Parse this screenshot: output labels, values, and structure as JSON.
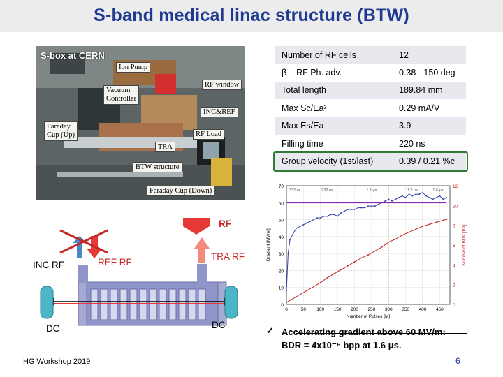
{
  "title": "S-band medical linac structure (BTW)",
  "photo": {
    "label": "S-box at CERN",
    "callouts": {
      "ion_pump": "Ion Pump",
      "vacuum_controller_1": "Vacuum",
      "vacuum_controller_2": "Controller",
      "rf_window": "RF window",
      "inc_ref": "INC&REF",
      "faraday_up_1": "Faraday",
      "faraday_up_2": "Cup (Up)",
      "rf_load": "RF Load",
      "tra": "TRA",
      "btw_structure": "BTW structure",
      "faraday_down": "Faraday Cup (Down)"
    }
  },
  "params": {
    "rows": [
      {
        "name": "Number of RF cells",
        "value": "12"
      },
      {
        "name": "β – RF Ph. adv.",
        "value": "0.38 - 150 deg"
      },
      {
        "name": "Total length",
        "value": "189.84 mm"
      },
      {
        "name": "Max Sc/Ea²",
        "value": "0.29 mA/V"
      },
      {
        "name": "Max Es/Ea",
        "value": "3.9"
      },
      {
        "name": "Filling time",
        "value": "220 ns"
      },
      {
        "name": "Group velocity (1st/last)",
        "value": "0.39 / 0.21 %c"
      }
    ]
  },
  "schematic": {
    "rf": "RF",
    "tra_rf": "TRA RF",
    "inc_rf": "INC RF",
    "ref_rf": "REF RF",
    "dc_left": "DC",
    "dc_right": "DC"
  },
  "chart_data": {
    "type": "line",
    "xlabel": "Number of Pulses [M]",
    "ylabel": "Gradient [MV/m]",
    "y2label": "Number of BDs [10²]",
    "xlim": [
      0,
      480
    ],
    "ylim": [
      0,
      70
    ],
    "y2lim": [
      0,
      12
    ],
    "xticks": [
      0,
      50,
      100,
      150,
      200,
      250,
      300,
      350,
      400,
      450
    ],
    "yticks": [
      0,
      10,
      20,
      30,
      40,
      50,
      60,
      70
    ],
    "y2ticks": [
      0,
      2,
      4,
      6,
      8,
      10,
      12
    ],
    "pulse_labels": [
      "332 ns",
      "932 ns",
      "1.1 μs",
      "1.2 μs",
      "1.6 μs"
    ],
    "pulse_label_x": [
      25,
      120,
      250,
      370,
      445
    ],
    "pulse_dividers": [
      190,
      300,
      400
    ],
    "series": [
      {
        "color": "#2d3ea8",
        "x": [
          0,
          5,
          10,
          20,
          30,
          40,
          50,
          60,
          70,
          80,
          90,
          100,
          110,
          120,
          130,
          140,
          150,
          160,
          170,
          180,
          190,
          200,
          210,
          220,
          230,
          240,
          250,
          260,
          270,
          280,
          290,
          300,
          310,
          320,
          330,
          340,
          350,
          360,
          370,
          380,
          390,
          400,
          410,
          420,
          430,
          440,
          450,
          460,
          470
        ],
        "y": [
          8,
          30,
          38,
          42,
          45,
          46,
          47,
          48,
          49,
          50,
          51,
          51,
          52,
          52,
          53,
          53,
          52,
          54,
          55,
          56,
          56,
          56,
          57,
          57,
          57,
          58,
          58,
          58,
          59,
          60,
          61,
          62,
          61,
          62,
          63,
          64,
          63,
          65,
          64,
          65,
          65,
          66,
          64,
          63,
          62,
          63,
          64,
          62,
          63
        ]
      },
      {
        "color": "#c42020",
        "y_axis": "right",
        "x": [
          0,
          20,
          40,
          60,
          80,
          100,
          120,
          140,
          160,
          180,
          200,
          220,
          240,
          260,
          280,
          300,
          320,
          340,
          360,
          380,
          400,
          420,
          440,
          460,
          470
        ],
        "y": [
          0.2,
          0.6,
          1.0,
          1.4,
          1.8,
          2.2,
          2.7,
          3.1,
          3.5,
          3.9,
          4.3,
          4.7,
          5.0,
          5.4,
          5.8,
          6.3,
          6.6,
          7.0,
          7.3,
          7.6,
          7.9,
          8.1,
          8.3,
          8.5,
          8.6
        ]
      },
      {
        "color": "#8b2bb0",
        "x": [
          0,
          470
        ],
        "y": [
          60,
          60
        ]
      }
    ]
  },
  "conclusion": {
    "check": "✓",
    "line1": "Accelerating gradient above 60 MV/m:",
    "line2": "BDR = 4x10⁻⁶ bpp at 1.6 μs."
  },
  "footer": "HG Workshop 2019",
  "page_number": "6",
  "colors": {
    "title": "#1f3a93",
    "highlight": "#2e7d32",
    "cross": "#c62828",
    "arrow_blue": "#4a86c8",
    "arrow_red": "#e53935"
  }
}
